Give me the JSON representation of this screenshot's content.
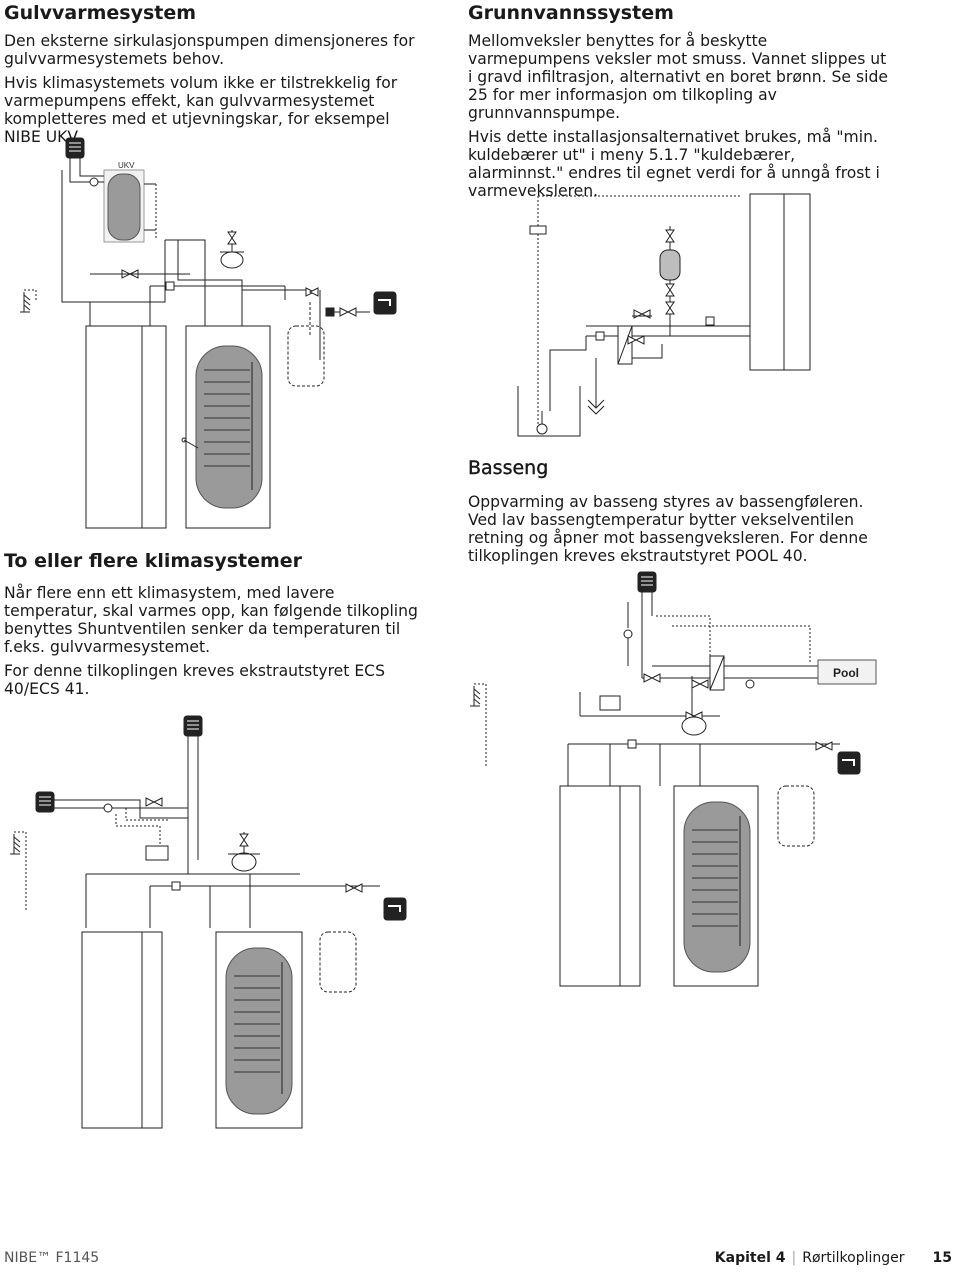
{
  "sections": {
    "gulv": {
      "title": "Gulvvarmesystem",
      "paragraphs": [
        "Den eksterne sirkulasjonspumpen dimensjoneres for gulvvarmesystemets behov.",
        "Hvis klimasystemets volum ikke er tilstrekkelig for varmepumpens effekt, kan gulvvarmesystemet kompletteres med et utjevningskar, for eksempel NIBE UKV."
      ],
      "diagram_label": "UKV"
    },
    "grunnvann": {
      "title": "Grunnvannssystem",
      "paragraphs": [
        "Mellomveksler benyttes for å beskytte varmepumpens veksler mot smuss. Vannet slippes ut i gravd infiltrasjon, alternativt en boret brønn. Se side 25 for mer informasjon om tilkopling av grunnvannspumpe.",
        "Hvis dette installasjonsalternativet brukes, må \"min. kuldebærer ut\" i meny 5.1.7 \"kuldebærer, alarminnst.\" endres til egnet verdi for å unngå frost i varmeveksleren."
      ]
    },
    "basseng": {
      "title": "Basseng",
      "paragraphs": [
        "Oppvarming av basseng styres av bassengføleren. Ved lav bassengtemperatur bytter vekselventilen retning og åpner mot bassengveksleren. For denne tilkoplingen kreves ekstrautstyret POOL 40."
      ],
      "diagram_label": "Pool"
    },
    "klima": {
      "title": "To eller flere klimasystemer",
      "paragraphs": [
        "Når flere enn ett klimasystem, med lavere temperatur, skal varmes opp, kan følgende tilkopling benyttes Shuntventilen senker da temperaturen til f.eks. gulvvarmesystemet.",
        "For denne tilkoplingen kreves ekstrautstyret ECS 40/ECS 41."
      ]
    }
  },
  "footer": {
    "brand": "NIBE™ F1145",
    "chapter": "Kapitel 4",
    "separator": "|",
    "chapter_title": "Rørtilkoplinger",
    "page_number": "15"
  },
  "colors": {
    "tank_fill": "#9a9a9a",
    "line": "#222222",
    "dashed": "#444444"
  },
  "icons": [
    "radiator-icon",
    "tap-icon",
    "outdoor-sensor-icon",
    "expansion-vessel-icon",
    "pump-icon",
    "valve-icon"
  ]
}
